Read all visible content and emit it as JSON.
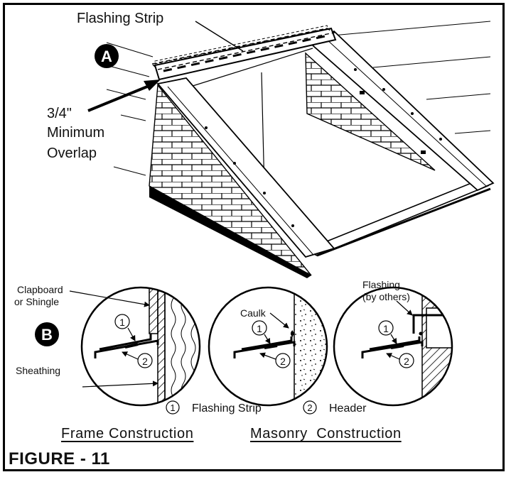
{
  "labels": {
    "flashing_strip_top": "Flashing Strip",
    "badge_a": "A",
    "overlap_line1": "3/4\"",
    "overlap_line2": "Minimum",
    "overlap_line3": "Overlap",
    "badge_b": "B",
    "clapboard_line1": "Clapboard",
    "clapboard_line2": "or Shingle",
    "sheathing": "Sheathing",
    "caulk": "Caulk",
    "flashing_others_line1": "Flashing",
    "flashing_others_line2": "(by others)",
    "callout_1": "1",
    "callout_2": "2"
  },
  "legend": {
    "item1_number": "1",
    "item1_label": "Flashing Strip",
    "item2_number": "2",
    "item2_label": "Header"
  },
  "headings": {
    "frame": "Frame Construction",
    "masonry": "Masonry  Construction"
  },
  "figure_title": "FIGURE - 11"
}
